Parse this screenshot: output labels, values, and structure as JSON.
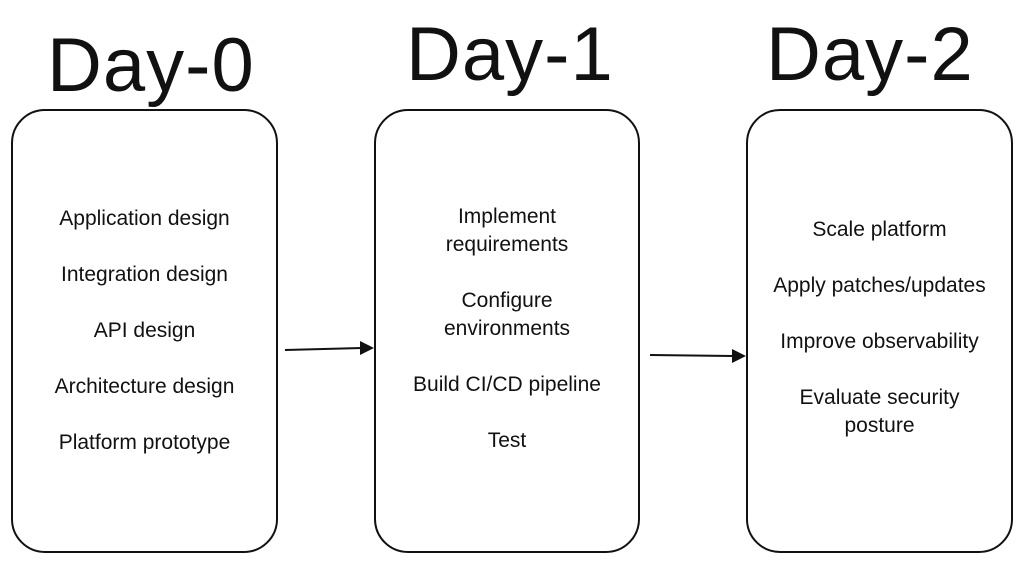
{
  "phases": [
    {
      "title": "Day-0",
      "tasks": [
        "Application design",
        "Integration design",
        "API design",
        "Architecture design",
        "Platform prototype"
      ]
    },
    {
      "title": "Day-1",
      "tasks": [
        "Implement\nrequirements",
        "Configure\nenvironments",
        "Build CI/CD pipeline",
        "Test"
      ]
    },
    {
      "title": "Day-2",
      "tasks": [
        "Scale platform",
        "Apply patches/updates",
        "Improve observability",
        "Evaluate security\nposture"
      ]
    }
  ],
  "colors": {
    "stroke": "#111111",
    "background": "#ffffff"
  }
}
